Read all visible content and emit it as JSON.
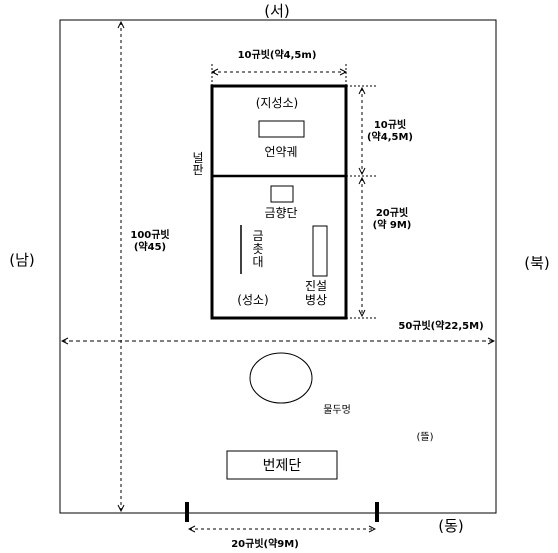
{
  "directions": {
    "west": "(서)",
    "south": "(남)",
    "north": "(북)",
    "east": "(동)"
  },
  "dimensions": {
    "tabernacle_width": "10규빗(약4,5m)",
    "holy_of_holies_length": "10규빗\n(약4,5M)",
    "holy_place_length": "20규빗\n(약 9M)",
    "court_length": "100규빗\n(약45)",
    "court_width": "50규빗(약22,5M)",
    "gate_width": "20규빗(약9M)"
  },
  "rooms": {
    "holy_of_holies": "(지성소)",
    "holy_place": "(성소)"
  },
  "furniture": {
    "ark": "언약궤",
    "incense_altar": "금향단",
    "lampstand": "금\n촛\n대",
    "showbread_table": "진설\n병상",
    "laver": "물두멍",
    "altar": "번제단"
  },
  "labels": {
    "boards": "널\n\n\n판",
    "court": "(뜰)"
  }
}
